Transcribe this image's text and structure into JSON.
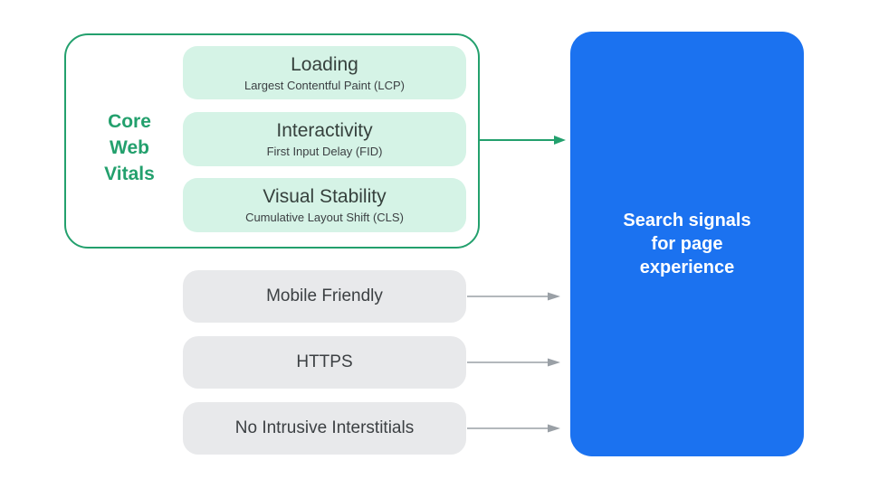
{
  "core_web_vitals": {
    "label_lines": [
      "Core",
      "Web",
      "Vitals"
    ],
    "items": [
      {
        "title": "Loading",
        "subtitle": "Largest Contentful Paint (LCP)"
      },
      {
        "title": "Interactivity",
        "subtitle": "First Input Delay (FID)"
      },
      {
        "title": "Visual Stability",
        "subtitle": "Cumulative Layout Shift (CLS)"
      }
    ]
  },
  "other_signals": [
    {
      "label": "Mobile Friendly"
    },
    {
      "label": "HTTPS"
    },
    {
      "label": "No Intrusive Interstitials"
    }
  ],
  "result_panel": {
    "label": "Search signals for page experience"
  },
  "colors": {
    "green": "#23A06D",
    "green_light": "#D5F3E6",
    "gray_pill": "#E8E9EB",
    "arrow_gray": "#9AA0A6",
    "blue": "#1B72F0",
    "text_dark": "#3C4043",
    "white": "#FFFFFF"
  }
}
